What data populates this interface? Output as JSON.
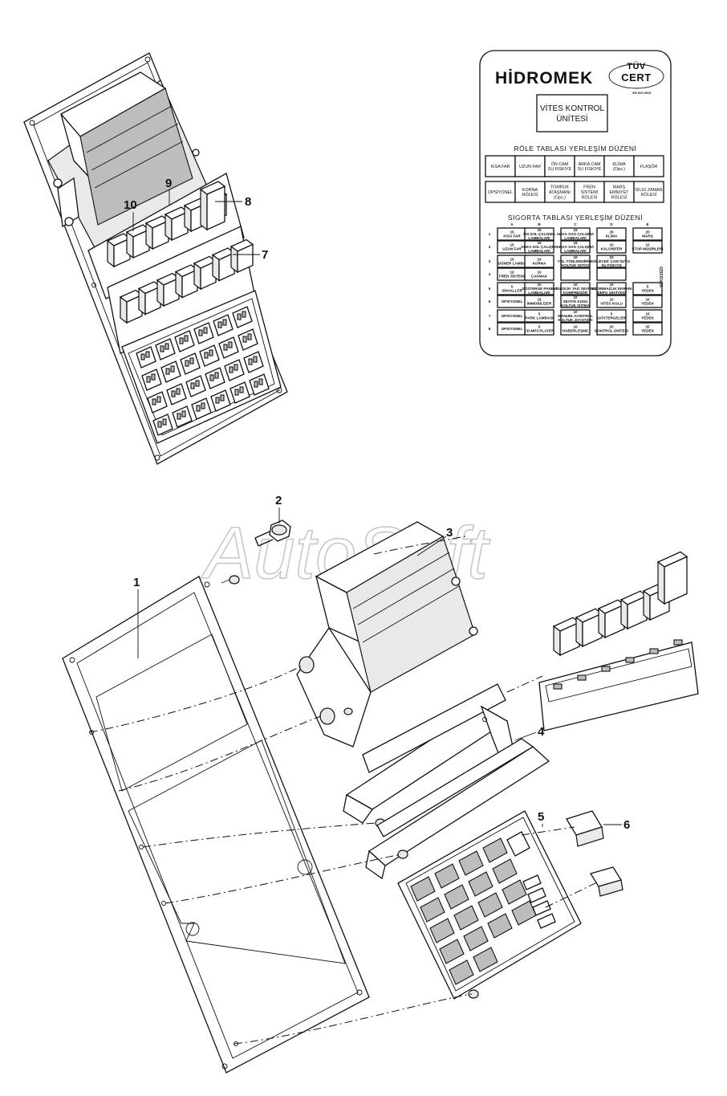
{
  "watermark": "AutoSoft",
  "callouts": [
    "1",
    "2",
    "3",
    "4",
    "5",
    "6",
    "7",
    "8",
    "9",
    "10"
  ],
  "label": {
    "brand": "HİDROMEK",
    "cert_top": "TÜV",
    "cert_bottom": "CERT",
    "cert_small": "EN ISO 9001",
    "unit_line1": "VİTES KONTROL",
    "unit_line2": "ÜNİTESİ",
    "relay_title": "RÖLE TABLASI YERLEŞİM DÜZENİ",
    "relay_row1": [
      [
        "KISA FAR"
      ],
      [
        "UZUN FAR"
      ],
      [
        "ÖN CAM",
        "SU FISKIYE"
      ],
      [
        "ARKA CAM",
        "SU FISKIYE"
      ],
      [
        "KLİMA",
        "(Ops.)"
      ],
      [
        "FLAŞÖR"
      ]
    ],
    "relay_row2": [
      [
        "OPSİYONEL"
      ],
      [
        "KORNA",
        "RÖLESİ"
      ],
      [
        "TOMRUK",
        "ATAŞMANI",
        "(Ops.)"
      ],
      [
        "FREN",
        "SİSTEMİ",
        "RÖLESİ"
      ],
      [
        "MARŞ",
        "EMNİYET",
        "RÖLESİ"
      ],
      [
        "SİLGİ ZAMAN",
        "RÖLESİ"
      ]
    ],
    "fuse_title": "SİGORTA TABLASI YERLEŞİM DÜZENİ",
    "fuse_cols": [
      "A",
      "B",
      "C",
      "D",
      "E"
    ],
    "fuse_rows": [
      "1",
      "2",
      "3",
      "4",
      "5",
      "6",
      "7",
      "8"
    ],
    "fuse_cells": [
      [
        [
          "15",
          "KISA FAR"
        ],
        [
          "15",
          "ÖN SOL ÇALIŞMA",
          "LAMBALARI"
        ],
        [
          "15",
          "ARKA SAĞ ÇALIŞMA",
          "LAMBALARI"
        ],
        [
          "20",
          "KLİMA"
        ],
        [
          "20",
          "MARŞ"
        ]
      ],
      [
        [
          "15",
          "UZUN FAR"
        ],
        [
          "15",
          "ARKA SOL ÇALIŞMA",
          "LAMBALARI"
        ],
        [
          "15",
          "ARKA SAĞ ÇALIŞMA",
          "LAMBALARI"
        ],
        [
          "10",
          "KALORİFER"
        ],
        [
          "10",
          "STOP MÜŞİRLERİ"
        ]
      ],
      [
        [
          "10",
          "DÖNER LAMBA"
        ],
        [
          "10",
          "KORNA"
        ],
        [
          "10",
          "YOL YÖNLENDİRME",
          "KOLTUK ISITICI"
        ],
        [
          "10",
          "SİLECEK ÇAM SUYU",
          "SU FISKIYE"
        ],
        []
      ],
      [
        [
          "10",
          "FREN SİSTEMİ"
        ],
        [
          "10",
          "ÇAKMAK"
        ],
        [],
        [],
        []
      ],
      [
        [
          "5",
          "SİNYALLER"
        ],
        [
          "10",
          "GÖSTERGE PANELİ",
          "LAMBALARI"
        ],
        [
          "10",
          "HIDROLİK YAĞ SEVİYESİ",
          "KOMPRESÖR"
        ],
        [
          "10",
          "SIZDIRMAZLIK EKRANI",
          "DEPO SEVİYESİ"
        ],
        [
          "5",
          "YEDEK"
        ]
      ],
      [
        [
          "",
          "OPSİYONEL"
        ],
        [
          "15",
          "İMMOBİLİZER"
        ],
        [
          "10",
          "SEVİYE KUSU",
          "KOLTUK ISITMA"
        ],
        [
          "10",
          "VİTES KOLU"
        ],
        [
          "10",
          "YEDEK"
        ]
      ],
      [
        [
          "",
          "OPSİYONEL"
        ],
        [
          "5",
          "PARK LAMBASI"
        ],
        [
          "10",
          "MANUEL KONTROL",
          "KOLTUK JOYSTICK"
        ],
        [
          "5",
          "GÖSTERGELER"
        ],
        [
          "15",
          "YEDEK"
        ]
      ],
      [
        [
          "",
          "OPSİYONEL"
        ],
        [
          "5",
          "CD-MP3 PLAYER"
        ],
        [
          "10",
          "HABERLEŞME"
        ],
        [
          "20",
          "KONTROL ÜNİTESİ"
        ],
        [
          "25",
          "YEDEK"
        ]
      ]
    ],
    "part_number": "YDK/21623"
  }
}
